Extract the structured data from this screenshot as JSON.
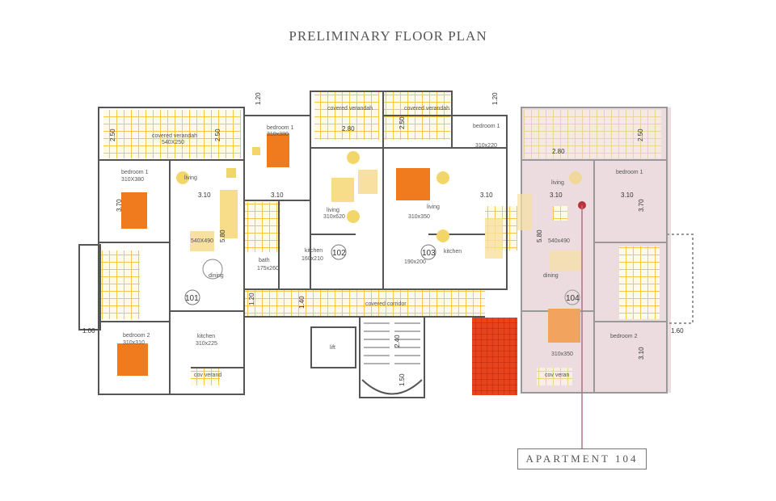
{
  "title": "PRELIMINARY FLOOR PLAN",
  "highlight_label": "APARTMENT 104",
  "colors": {
    "grid_yellow": "#f2d66a",
    "wall": "#555555",
    "accent_orange": "#f07b1e",
    "highlight_fill": "#e9d6d9",
    "callout_line": "#b07080",
    "stair_red": "#e8431c"
  },
  "rooms": {
    "verandah_101": "covered verandah",
    "verandah_101_size": "540X250",
    "bedroom1_101": "bedroom 1",
    "bedroom1_101_size": "310X380",
    "living_101": "living",
    "living_101_size": "540X490",
    "dining_101": "dining",
    "bedroom2_101": "bedroom 2",
    "bedroom2_101_size": "310x310",
    "kitchen_101": "kitchen",
    "kitchen_101_size": "310x225",
    "verandah_101_small": "cov verand",
    "bedroom1_102": "bedroom 1",
    "bedroom1_102_size": "310x380",
    "living_102": "living",
    "living_102_size": "310x620",
    "bath_102": "bath",
    "bath_102_size": "175x260",
    "kitchen_102": "kitchen",
    "kitchen_102_size": "160x210",
    "verandah_102": "covered verandah",
    "verandah_103": "covered verandah",
    "bedroom1_103": "bedroom 1",
    "bedroom1_103_size": "310x220",
    "living_103": "living",
    "living_103_size": "310x350",
    "kitchen_103": "kitchen",
    "kitchen_103_size": "190x200",
    "corridor": "covered corridor",
    "lift": "lift",
    "living_104": "living",
    "living_104_size": "540x490",
    "bedroom1_104": "bedroom 1",
    "dining_104": "dining",
    "bedroom2_104": "bedroom 2",
    "kitchen_104_size": "310x350",
    "verandah_104_small": "cov veran"
  },
  "units": {
    "u101": "101",
    "u102": "102",
    "u103": "103",
    "u104": "104"
  },
  "dims": {
    "d120": "1.20",
    "d250": "2.50",
    "d310": "3.10",
    "d370": "3.70",
    "d580": "5.80",
    "d280": "2.80",
    "d100": "1.00",
    "d160": "1.60",
    "d150": "1.50",
    "d140": "1.40",
    "d240": "2.40"
  }
}
